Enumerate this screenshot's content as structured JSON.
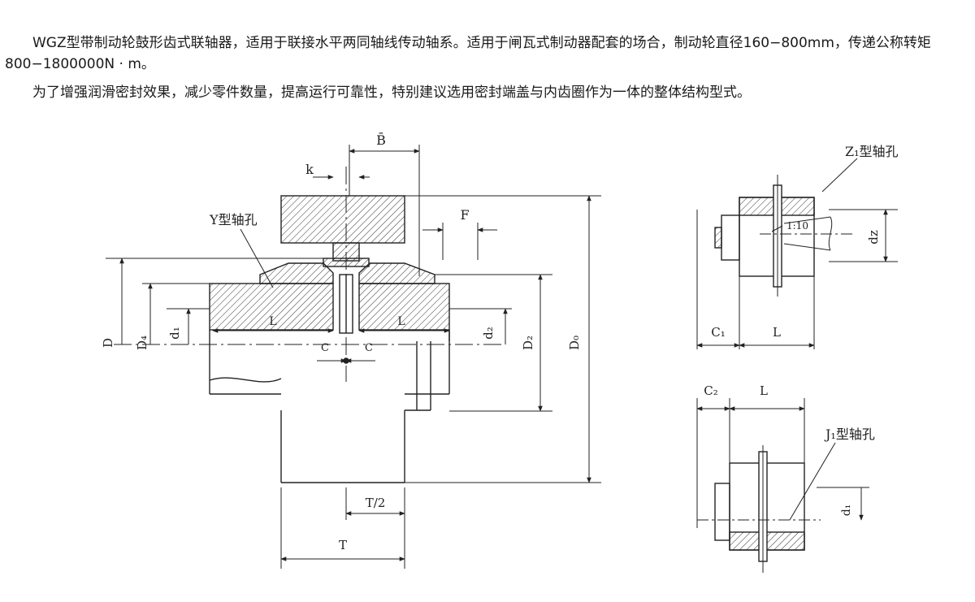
{
  "intro": {
    "paragraph1": "WGZ型带制动轮鼓形齿式联轴器，适用于联接水平两同轴线传动轴系。适用于闸瓦式制动器配套的场合，制动轮直径160−800mm，传递公称转矩800−1800000N · m。",
    "paragraph2": "为了增强润滑密封效果，减少零件数量，提高运行可靠性，特别建议选用密封端盖与内齿圈作为一体的整体结构型式。"
  },
  "drawing": {
    "main_view": {
      "label_B": "B̄",
      "label_k": "k",
      "label_F": "F",
      "label_Y_bore": "Y型轴孔",
      "label_D": "D",
      "label_D4": "D₄",
      "label_d1": "d₁",
      "label_d2": "d₂",
      "label_D2": "D₂",
      "label_D0": "D₀",
      "label_L_left": "L",
      "label_L_right": "L",
      "label_C_left": "C",
      "label_C_right": "C",
      "label_T_half": "T/2",
      "label_T": "T"
    },
    "z1_view": {
      "label_title": "Z₁型轴孔",
      "label_taper": "1:10",
      "label_dz": "dz",
      "label_C1": "C₁",
      "label_L": "L"
    },
    "j1_view": {
      "label_C2": "C₂",
      "label_L": "L",
      "label_title": "J₁型轴孔",
      "label_d1": "d₁"
    }
  }
}
